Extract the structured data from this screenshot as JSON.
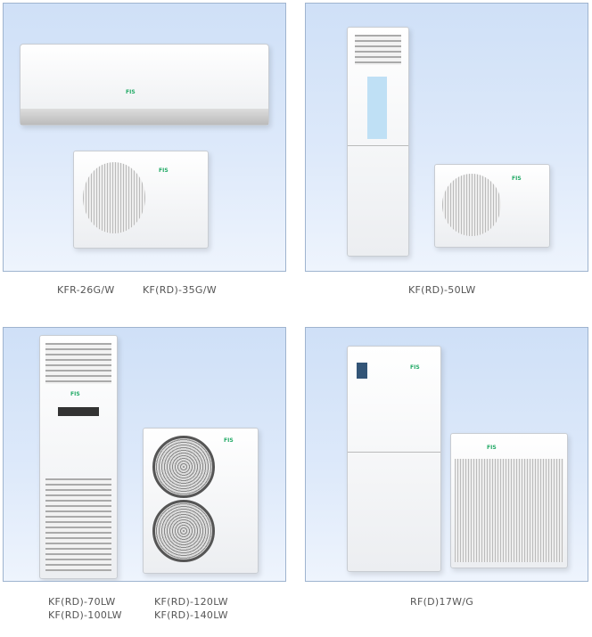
{
  "products": [
    {
      "captions": [
        "KFR-26G/W",
        "KF(RD)-35G/W"
      ],
      "brand": "FIS"
    },
    {
      "captions": [
        "KF(RD)-50LW"
      ],
      "brand": "FIS"
    },
    {
      "captions": [
        "KF(RD)-70LW",
        "KF(RD)-100LW",
        "KF(RD)-120LW",
        "KF(RD)-140LW"
      ],
      "brand": "FIS"
    },
    {
      "captions": [
        "RF(D)17W/G"
      ],
      "brand": "FIS"
    }
  ]
}
